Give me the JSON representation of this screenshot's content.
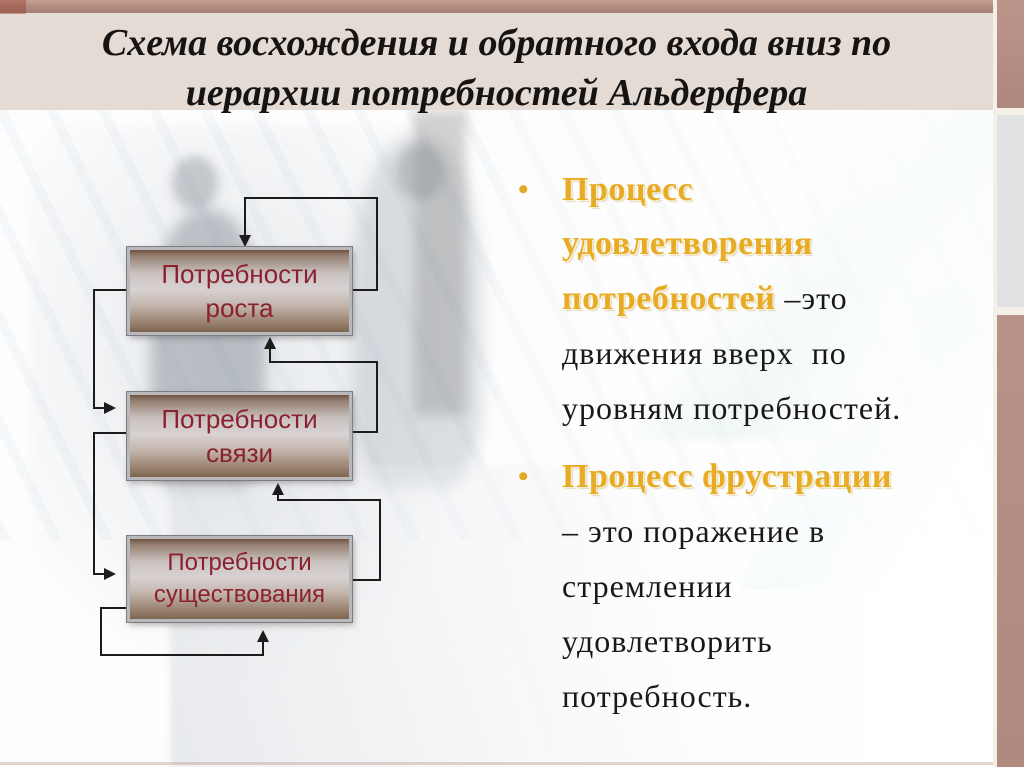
{
  "slide": {
    "title_lines": [
      "Схема восхождения и обратного входа вниз по",
      "иерархии потребностей Альдерфера"
    ],
    "colors": {
      "top_strip": "#b18a7e",
      "header_band": "#e5dbd5",
      "gold_accent": "#e7ac24",
      "box_text_red": "#8b2130",
      "rail_brown": "#b48e83",
      "rail_gray": "#e1e2e4"
    }
  },
  "diagram": {
    "boxes": [
      {
        "id": "growth",
        "lines": [
          "Потребности",
          "роста"
        ]
      },
      {
        "id": "relatedness",
        "lines": [
          "Потребности",
          "связи"
        ]
      },
      {
        "id": "existence",
        "lines": [
          "Потребности",
          "существования"
        ]
      }
    ],
    "arrows": [
      "frustration-loop-into-growth-top",
      "ascent-relatedness-to-growth",
      "ascent-existence-to-relatedness",
      "descent-growth-to-relatedness",
      "descent-relatedness-to-existence",
      "loop-under-existence"
    ]
  },
  "bullets": [
    {
      "marker": "•",
      "lines": [
        [
          {
            "style": "gold",
            "t": "Процесс"
          }
        ],
        [
          {
            "style": "gold",
            "t": "удовлетворения"
          }
        ],
        [
          {
            "style": "gold",
            "t": "потребностей "
          },
          {
            "style": "black",
            "t": "–это"
          }
        ],
        [
          {
            "style": "black",
            "t": "движения вверх  по"
          }
        ],
        [
          {
            "style": "black",
            "t": "уровням потребностей."
          }
        ]
      ]
    },
    {
      "marker": "•",
      "lines": [
        [
          {
            "style": "gold",
            "t": "Процесс фрустрации"
          }
        ],
        [
          {
            "style": "black",
            "t": "– это поражение в"
          }
        ],
        [
          {
            "style": "black",
            "t": "стремлении"
          }
        ],
        [
          {
            "style": "black",
            "t": "удовлетворить"
          }
        ],
        [
          {
            "style": "black",
            "t": "потребность."
          }
        ]
      ]
    }
  ]
}
